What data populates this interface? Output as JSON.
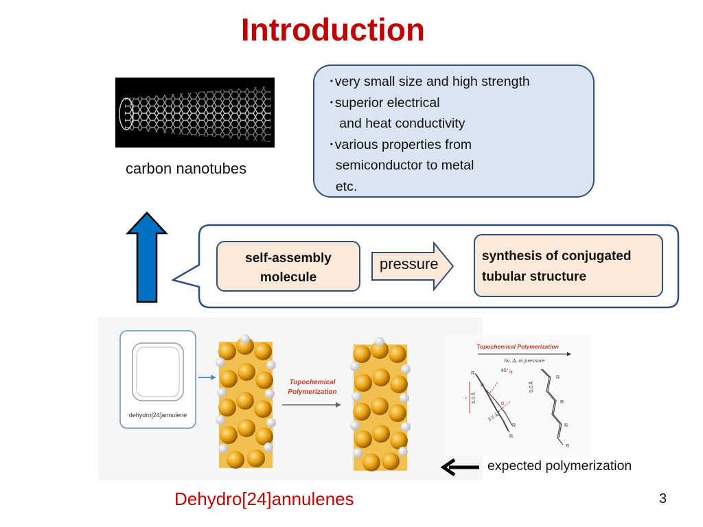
{
  "slide": {
    "title": "Introduction",
    "page_number": "3"
  },
  "nanotube": {
    "caption": "carbon nanotubes"
  },
  "properties": {
    "lines": [
      "･very small size and high strength",
      "･superior electrical",
      "   and heat conductivity",
      "･various properties from",
      "  semiconductor to metal",
      "  etc."
    ]
  },
  "process": {
    "start_label_1": "self-assembly",
    "start_label_2": "molecule",
    "arrow_label": "pressure",
    "end_label_1": "synthesis of conjugated",
    "end_label_2": "tubular structure"
  },
  "scheme": {
    "monomer_label": "dehydro[24]annulene",
    "reaction_label_1": "Topochemical",
    "reaction_label_2": "Polymerization"
  },
  "topochemical": {
    "title": "Topochemical Polymerization",
    "conditions": "hν, Δ, or pressure",
    "angle": "45°",
    "distance_1": "5.0 Å",
    "distance_2": "3.5 Å",
    "distance_3": "5.0 Å",
    "r_label": "r",
    "d_label": "d",
    "phi_label": "φ",
    "substituent": "R"
  },
  "polymerization": {
    "label": "expected polymerization"
  },
  "footer": {
    "caption": "Dehydro[24]annulenes"
  },
  "colors": {
    "title_red": "#c00000",
    "box_blue_fill": "#dbe5f1",
    "box_peach_fill": "#fde9d9",
    "border_navy": "#2f4f77",
    "arrow_blue": "#0070c0",
    "sphere_orange": "#e8a010"
  }
}
